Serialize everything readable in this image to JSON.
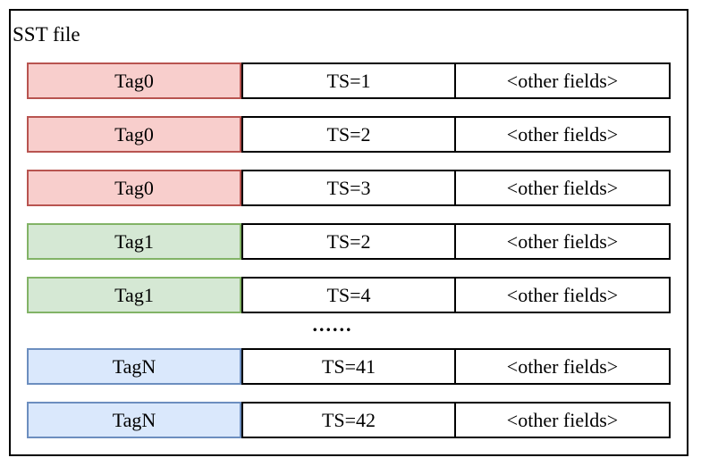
{
  "diagram": {
    "title": "SST file",
    "ellipsis": "......",
    "colors": {
      "outline": "#000000",
      "tag0_fill": "#f8cecc",
      "tag0_border": "#b85450",
      "tag1_fill": "#d5e8d4",
      "tag1_border": "#82b366",
      "tagn_fill": "#dae8fc",
      "tagn_border": "#6c8ebf"
    },
    "rows": [
      {
        "tag": "Tag0",
        "ts": "TS=1",
        "other": "<other fields>",
        "group": "tag0"
      },
      {
        "tag": "Tag0",
        "ts": "TS=2",
        "other": "<other fields>",
        "group": "tag0"
      },
      {
        "tag": "Tag0",
        "ts": "TS=3",
        "other": "<other fields>",
        "group": "tag0"
      },
      {
        "tag": "Tag1",
        "ts": "TS=2",
        "other": "<other fields>",
        "group": "tag1"
      },
      {
        "tag": "Tag1",
        "ts": "TS=4",
        "other": "<other fields>",
        "group": "tag1"
      },
      {
        "tag": "TagN",
        "ts": "TS=41",
        "other": "<other fields>",
        "group": "tagn"
      },
      {
        "tag": "TagN",
        "ts": "TS=42",
        "other": "<other fields>",
        "group": "tagn"
      }
    ]
  }
}
